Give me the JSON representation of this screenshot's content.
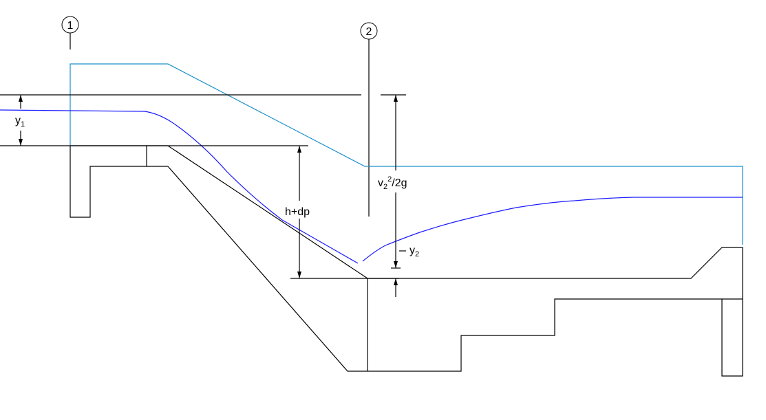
{
  "sections": {
    "section1": "1",
    "section2": "2"
  },
  "labels": {
    "y1_main": "y",
    "y1_sub": "1",
    "y2_main": "y",
    "y2_sub": "2",
    "head_drop": "h+dp",
    "velocity_head_v": "v",
    "velocity_head_sub": "2",
    "velocity_head_sup": "2",
    "velocity_head_rest": "/2g"
  },
  "colors": {
    "structure": "#000000",
    "water_surface": "#1a1aff",
    "energy_line": "#1b8fc9"
  }
}
